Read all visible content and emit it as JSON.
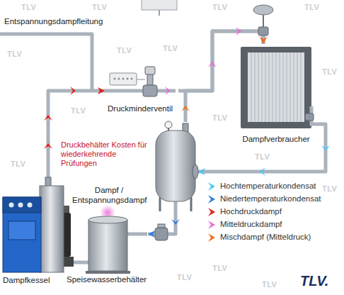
{
  "diagram": {
    "nodes": [
      {
        "text": [
          "Druckminderventil"
        ]
      },
      {
        "text": [
          "Dampfverbraucher"
        ]
      },
      {
        "text": [
          "Druckbehälter Kosten für wiederkehrende Prüfungen"
        ]
      },
      {
        "text": [
          "Dampfkessel"
        ]
      },
      {
        "text": [
          "Speisewasserbehälter"
        ]
      }
    ],
    "edges": [
      {
        "from": 3,
        "to": 0,
        "arrow": "to"
      },
      {
        "from": 0,
        "to": 1,
        "arrow": "to"
      },
      {
        "from": 1,
        "to": 2,
        "arrow": "to"
      },
      {
        "from": 2,
        "to": 1,
        "arrow": "to"
      },
      {
        "from": 2,
        "to": 4,
        "arrow": "to"
      }
    ],
    "labels": [
      "Entspannungsdampfleitung",
      "Dampf / Entspannungsdampf",
      "TLV",
      "TLV",
      "TLV",
      "TLV",
      "TLV",
      "TLV",
      "TLV",
      "TLV",
      "TLV",
      "TLV",
      "TLV",
      "TLV",
      "TLV",
      "TLV",
      "TLV",
      "TLV",
      "TLV."
    ],
    "legend": [
      {
        "text": "Hochtemperaturkondensat",
        "color": "#4fc8f0"
      },
      {
        "text": "Niedertemperaturkondensat",
        "color": "#2f7fe0"
      },
      {
        "text": "Hochdruckdampf",
        "color": "#e0201e"
      },
      {
        "text": "Mitteldruckdampf",
        "color": "#e86ed8"
      },
      {
        "text": "Mischdampf (Mitteldruck)",
        "color": "#f07020"
      }
    ]
  }
}
